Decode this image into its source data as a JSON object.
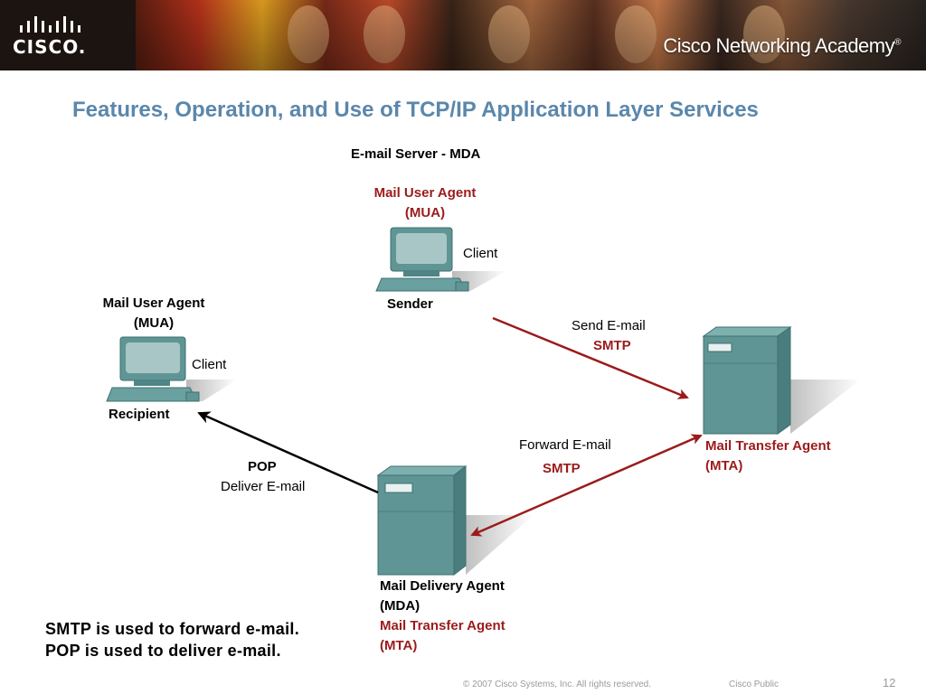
{
  "banner": {
    "logo_text": "CISCO.",
    "academy_text": "Cisco Networking Academy",
    "academy_mark": "®"
  },
  "title": "Features, Operation, and Use of TCP/IP Application Layer Services",
  "diagram": {
    "server_heading": "E-mail Server - MDA",
    "sender": {
      "agent_line1": "Mail User Agent",
      "agent_line2": "(MUA)",
      "client_label": "Client",
      "role": "Sender"
    },
    "recipient": {
      "agent_line1": "Mail User Agent",
      "agent_line2": "(MUA)",
      "client_label": "Client",
      "role": "Recipient"
    },
    "mta": {
      "line1": "Mail Transfer Agent",
      "line2": "(MTA)"
    },
    "mda": {
      "line1": "Mail Delivery Agent",
      "line2": "(MDA)",
      "line3": "Mail Transfer Agent",
      "line4": "(MTA)"
    },
    "send_arrow": {
      "action": "Send E-mail",
      "protocol": "SMTP"
    },
    "forward_arrow": {
      "action": "Forward E-mail",
      "protocol": "SMTP"
    },
    "deliver_arrow": {
      "protocol": "POP",
      "action": "Deliver E-mail"
    }
  },
  "summary": {
    "line1": "SMTP is used to forward e-mail.",
    "line2": "POP is used to deliver e-mail."
  },
  "footer": {
    "copyright": "© 2007 Cisco Systems, Inc. All rights reserved.",
    "classification": "Cisco Public",
    "slide_number": "12"
  },
  "colors": {
    "title": "#5b87ab",
    "protocol_red": "#9b1b1b",
    "device_teal": "#5f9595"
  }
}
